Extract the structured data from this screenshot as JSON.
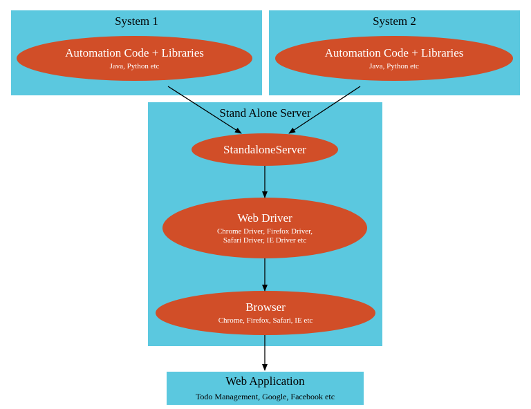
{
  "colors": {
    "cluster_fill": "#5bc8df",
    "node_fill": "#d14e28",
    "node_text": "#ffffff",
    "edge": "#000000"
  },
  "system1": {
    "title": "System 1",
    "node_title": "Automation Code + Libraries",
    "node_sub": "Java, Python etc"
  },
  "system2": {
    "title": "System 2",
    "node_title": "Automation Code + Libraries",
    "node_sub": "Java, Python etc"
  },
  "server": {
    "title": "Stand Alone Server",
    "standalone": "StandaloneServer",
    "webdriver_title": "Web Driver",
    "webdriver_sub_line1": "Chrome Driver, Firefox Driver,",
    "webdriver_sub_line2": "Safari Driver, IE Driver etc",
    "browser_title": "Browser",
    "browser_sub": "Chrome, Firefox, Safari, IE etc"
  },
  "webapp": {
    "title": "Web Application",
    "sub": "Todo Management, Google, Facebook etc"
  }
}
